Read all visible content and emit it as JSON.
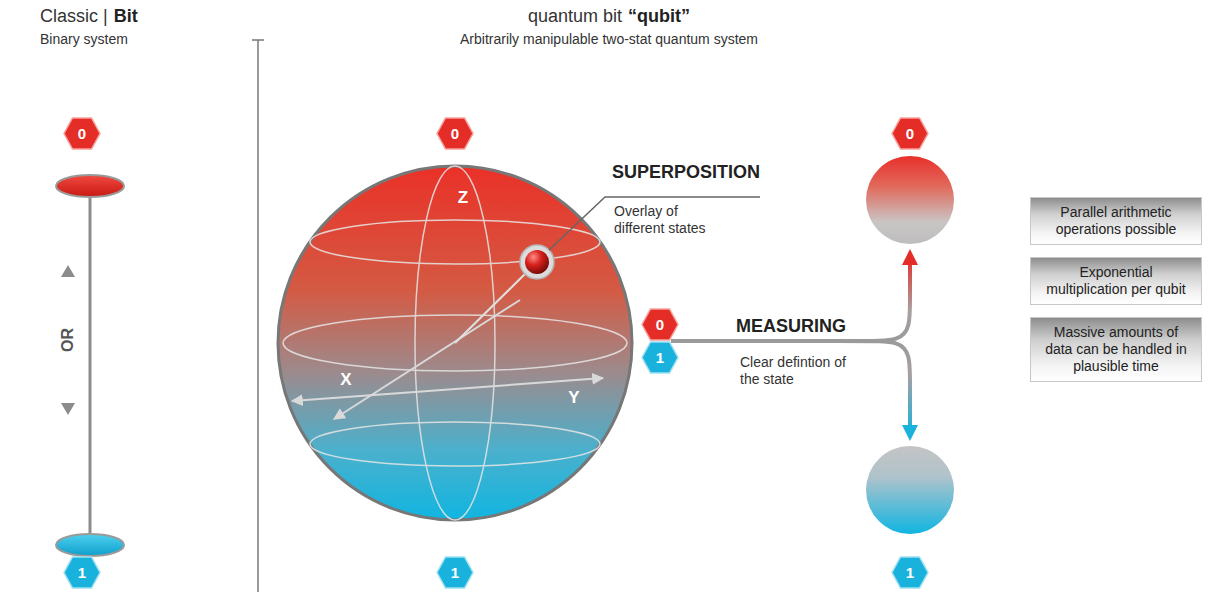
{
  "diagram": {
    "nodes": [
      {
        "text": [
          "0"
        ]
      },
      {
        "text": [
          "1"
        ]
      },
      {
        "text": [
          "0"
        ]
      },
      {
        "text": [
          "1"
        ]
      },
      {
        "text": [
          "0",
          "1"
        ]
      },
      {
        "text": [
          "0"
        ]
      },
      {
        "text": [
          "1"
        ]
      },
      {
        "text": [
          "Parallel arithmetic operations possible"
        ]
      },
      {
        "text": [
          "Exponential multiplication per qubit"
        ]
      },
      {
        "text": [
          "Massive amounts of data can be handled in plausible time"
        ]
      }
    ],
    "edges": [
      {
        "from": 4,
        "to": 5,
        "arrow": "to"
      },
      {
        "from": 4,
        "to": 6,
        "arrow": "to"
      }
    ],
    "labels": [
      "Classic |",
      "Bit",
      "Binary system",
      "quantum bit",
      "“qubit”",
      "Arbitrarily manipulable two-stat quantum system",
      "OR",
      "Z",
      "X",
      "Y",
      "SUPERPOSITION",
      "Overlay of different states",
      "MEASURING",
      "Clear defintion of the state"
    ]
  }
}
